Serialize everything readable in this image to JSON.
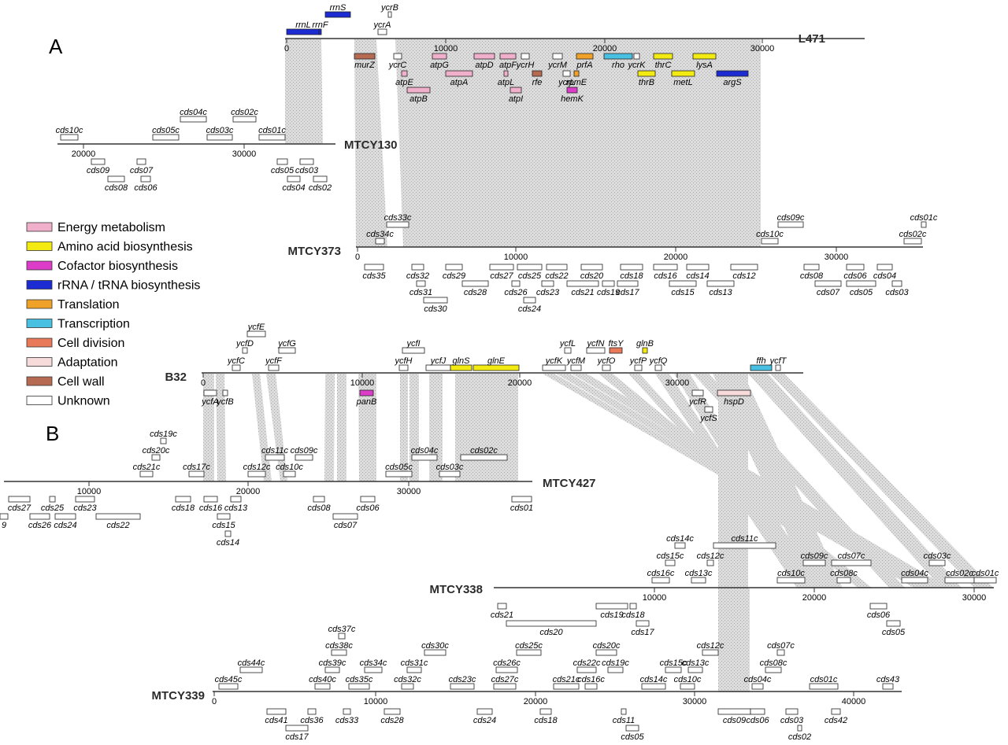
{
  "panels": {
    "a": "A",
    "b": "B"
  },
  "category_colors": {
    "energy": "#f0b0cc",
    "amino": "#f2ea10",
    "cofactor": "#dc3cc8",
    "rrna": "#1c2cd2",
    "translation": "#f0a228",
    "transcription": "#48c0e2",
    "division": "#e87a5a",
    "adaptation": "#f7dada",
    "wall": "#b66a52",
    "unknown": "#ffffff"
  },
  "legend": [
    {
      "key": "energy",
      "label": "Energy metabolism"
    },
    {
      "key": "amino",
      "label": "Amino acid biosynthesis"
    },
    {
      "key": "cofactor",
      "label": "Cofactor biosynthesis"
    },
    {
      "key": "rrna",
      "label": "rRNA / tRNA biosynthesis"
    },
    {
      "key": "translation",
      "label": "Translation"
    },
    {
      "key": "transcription",
      "label": "Transcription"
    },
    {
      "key": "division",
      "label": "Cell division"
    },
    {
      "key": "adaptation",
      "label": "Adaptation"
    },
    {
      "key": "wall",
      "label": "Cell wall"
    },
    {
      "key": "unknown",
      "label": "Unknown"
    }
  ],
  "tracks": [
    {
      "id": "L471",
      "name": "L471",
      "ticks": [
        "0",
        "10000",
        "20000",
        "30000"
      ],
      "genes": [
        {
          "label": "rrnL",
          "cat": "rrna"
        },
        {
          "label": "rrnS",
          "cat": "rrna"
        },
        {
          "label": "rrnF",
          "cat": "rrna"
        },
        {
          "label": "ycrB",
          "cat": "unknown"
        },
        {
          "label": "ycrA",
          "cat": "unknown"
        },
        {
          "label": "murZ",
          "cat": "wall"
        },
        {
          "label": "ycrC",
          "cat": "unknown"
        },
        {
          "label": "atpG",
          "cat": "energy"
        },
        {
          "label": "atpD",
          "cat": "energy"
        },
        {
          "label": "atpF",
          "cat": "energy"
        },
        {
          "label": "ycrH",
          "cat": "unknown"
        },
        {
          "label": "ycrM",
          "cat": "unknown"
        },
        {
          "label": "prfA",
          "cat": "translation"
        },
        {
          "label": "rho",
          "cat": "transcription"
        },
        {
          "label": "ycrK",
          "cat": "unknown"
        },
        {
          "label": "thrC",
          "cat": "amino"
        },
        {
          "label": "lysA",
          "cat": "amino"
        },
        {
          "label": "atpE",
          "cat": "energy"
        },
        {
          "label": "atpA",
          "cat": "energy"
        },
        {
          "label": "atpL",
          "cat": "energy"
        },
        {
          "label": "rfe",
          "cat": "wall"
        },
        {
          "label": "ycrL",
          "cat": "unknown"
        },
        {
          "label": "rpmE",
          "cat": "translation"
        },
        {
          "label": "thrB",
          "cat": "amino"
        },
        {
          "label": "metL",
          "cat": "amino"
        },
        {
          "label": "argS",
          "cat": "rrna"
        },
        {
          "label": "atpB",
          "cat": "energy"
        },
        {
          "label": "atpI",
          "cat": "energy"
        },
        {
          "label": "hemK",
          "cat": "cofactor"
        }
      ]
    },
    {
      "id": "MTCY130",
      "name": "MTCY130",
      "ticks": [
        "20000",
        "30000"
      ],
      "genes": [
        {
          "label": "cds10c"
        },
        {
          "label": "cds05c"
        },
        {
          "label": "cds04c"
        },
        {
          "label": "cds03c"
        },
        {
          "label": "cds02c"
        },
        {
          "label": "cds01c"
        },
        {
          "label": "cds09"
        },
        {
          "label": "cds07"
        },
        {
          "label": "cds08"
        },
        {
          "label": "cds06"
        },
        {
          "label": "cds05"
        },
        {
          "label": "cds03"
        },
        {
          "label": "cds04"
        },
        {
          "label": "cds02"
        }
      ]
    },
    {
      "id": "MTCY373",
      "name": "MTCY373",
      "ticks": [
        "0",
        "10000",
        "20000",
        "30000"
      ],
      "genes": [
        {
          "label": "cds33c"
        },
        {
          "label": "cds34c"
        },
        {
          "label": "cds09c"
        },
        {
          "label": "cds10c"
        },
        {
          "label": "cds01c"
        },
        {
          "label": "cds02c"
        },
        {
          "label": "cds35"
        },
        {
          "label": "cds32"
        },
        {
          "label": "cds29"
        },
        {
          "label": "cds27"
        },
        {
          "label": "cds25"
        },
        {
          "label": "cds22"
        },
        {
          "label": "cds20"
        },
        {
          "label": "cds18"
        },
        {
          "label": "cds16"
        },
        {
          "label": "cds14"
        },
        {
          "label": "cds12"
        },
        {
          "label": "cds08"
        },
        {
          "label": "cds06"
        },
        {
          "label": "cds04"
        },
        {
          "label": "cds31"
        },
        {
          "label": "cds28"
        },
        {
          "label": "cds26"
        },
        {
          "label": "cds23"
        },
        {
          "label": "cds21"
        },
        {
          "label": "cds19"
        },
        {
          "label": "cds17"
        },
        {
          "label": "cds15"
        },
        {
          "label": "cds13"
        },
        {
          "label": "cds07"
        },
        {
          "label": "cds05"
        },
        {
          "label": "cds03"
        },
        {
          "label": "cds30"
        },
        {
          "label": "cds24"
        }
      ]
    },
    {
      "id": "B32",
      "name": "B32",
      "ticks": [
        "0",
        "10000",
        "20000",
        "30000"
      ],
      "genes": [
        {
          "label": "ycfE",
          "cat": "unknown"
        },
        {
          "label": "ycfD",
          "cat": "unknown"
        },
        {
          "label": "ycfG",
          "cat": "unknown"
        },
        {
          "label": "ycfC",
          "cat": "unknown"
        },
        {
          "label": "ycfF",
          "cat": "unknown"
        },
        {
          "label": "ycfI",
          "cat": "unknown"
        },
        {
          "label": "ycfH",
          "cat": "unknown"
        },
        {
          "label": "ycfJ",
          "cat": "unknown"
        },
        {
          "label": "glnS",
          "cat": "amino"
        },
        {
          "label": "glnE",
          "cat": "amino"
        },
        {
          "label": "ycfL",
          "cat": "unknown"
        },
        {
          "label": "ycfN",
          "cat": "unknown"
        },
        {
          "label": "ftsY",
          "cat": "division"
        },
        {
          "label": "glnB",
          "cat": "amino"
        },
        {
          "label": "ycfK",
          "cat": "unknown"
        },
        {
          "label": "ycfM",
          "cat": "unknown"
        },
        {
          "label": "ycfO",
          "cat": "unknown"
        },
        {
          "label": "ycfP",
          "cat": "unknown"
        },
        {
          "label": "ycfQ",
          "cat": "unknown"
        },
        {
          "label": "ffh",
          "cat": "transcription"
        },
        {
          "label": "ycfT",
          "cat": "unknown"
        },
        {
          "label": "ycfA",
          "cat": "unknown"
        },
        {
          "label": "ycfB",
          "cat": "unknown"
        },
        {
          "label": "panB",
          "cat": "cofactor"
        },
        {
          "label": "ycfR",
          "cat": "unknown"
        },
        {
          "label": "hspD",
          "cat": "adaptation"
        },
        {
          "label": "ycfS",
          "cat": "unknown"
        }
      ]
    },
    {
      "id": "MTCY427",
      "name": "MTCY427",
      "ticks": [
        "10000",
        "20000",
        "30000"
      ],
      "genes": [
        {
          "label": "cds19c"
        },
        {
          "label": "cds20c"
        },
        {
          "label": "cds21c"
        },
        {
          "label": "cds17c"
        },
        {
          "label": "cds11c"
        },
        {
          "label": "cds09c"
        },
        {
          "label": "cds12c"
        },
        {
          "label": "cds10c"
        },
        {
          "label": "cds04c"
        },
        {
          "label": "cds02c"
        },
        {
          "label": "cds05c"
        },
        {
          "label": "cds03c"
        },
        {
          "label": "cds27"
        },
        {
          "label": "cds25"
        },
        {
          "label": "cds23"
        },
        {
          "label": "cds18"
        },
        {
          "label": "cds16"
        },
        {
          "label": "cds13"
        },
        {
          "label": "cds08"
        },
        {
          "label": "cds06"
        },
        {
          "label": "cds01"
        },
        {
          "label": "9"
        },
        {
          "label": "cds26"
        },
        {
          "label": "cds24"
        },
        {
          "label": "cds22"
        },
        {
          "label": "cds15"
        },
        {
          "label": "cds07"
        },
        {
          "label": "cds14"
        }
      ]
    },
    {
      "id": "MTCY338",
      "name": "MTCY338",
      "ticks": [
        "10000",
        "20000",
        "30000"
      ],
      "genes": [
        {
          "label": "cds14c"
        },
        {
          "label": "cds11c"
        },
        {
          "label": "cds15c"
        },
        {
          "label": "cds12c"
        },
        {
          "label": "cds09c"
        },
        {
          "label": "cds07c"
        },
        {
          "label": "cds03c"
        },
        {
          "label": "cds16c"
        },
        {
          "label": "cds13c"
        },
        {
          "label": "cds10c"
        },
        {
          "label": "cds08c"
        },
        {
          "label": "cds04c"
        },
        {
          "label": "cds02c"
        },
        {
          "label": "cds01c"
        },
        {
          "label": "cds21"
        },
        {
          "label": "cds19"
        },
        {
          "label": "cds18"
        },
        {
          "label": "cds06"
        },
        {
          "label": "cds20"
        },
        {
          "label": "cds17"
        },
        {
          "label": "cds05"
        }
      ]
    },
    {
      "id": "MTCY339",
      "name": "MTCY339",
      "ticks": [
        "0",
        "10000",
        "20000",
        "30000",
        "40000"
      ],
      "genes": [
        {
          "label": "cds37c"
        },
        {
          "label": "cds38c"
        },
        {
          "label": "cds30c"
        },
        {
          "label": "cds25c"
        },
        {
          "label": "cds20c"
        },
        {
          "label": "cds12c"
        },
        {
          "label": "cds07c"
        },
        {
          "label": "cds44c"
        },
        {
          "label": "cds39c"
        },
        {
          "label": "cds34c"
        },
        {
          "label": "cds31c"
        },
        {
          "label": "cds26c"
        },
        {
          "label": "cds22c"
        },
        {
          "label": "cds19c"
        },
        {
          "label": "cds15c"
        },
        {
          "label": "cds13c"
        },
        {
          "label": "cds08c"
        },
        {
          "label": "cds45c"
        },
        {
          "label": "cds40c"
        },
        {
          "label": "cds35c"
        },
        {
          "label": "cds32c"
        },
        {
          "label": "cds23c"
        },
        {
          "label": "cds27c"
        },
        {
          "label": "cds21c"
        },
        {
          "label": "cds16c"
        },
        {
          "label": "cds14c"
        },
        {
          "label": "cds10c"
        },
        {
          "label": "cds04c"
        },
        {
          "label": "cds01c"
        },
        {
          "label": "cds43"
        },
        {
          "label": "cds41"
        },
        {
          "label": "cds36"
        },
        {
          "label": "cds33"
        },
        {
          "label": "cds28"
        },
        {
          "label": "cds24"
        },
        {
          "label": "cds18"
        },
        {
          "label": "cds11"
        },
        {
          "label": "cds09"
        },
        {
          "label": "cds06"
        },
        {
          "label": "cds03"
        },
        {
          "label": "cds42"
        },
        {
          "label": "cds17"
        },
        {
          "label": "cds05"
        },
        {
          "label": "cds02"
        }
      ]
    }
  ]
}
